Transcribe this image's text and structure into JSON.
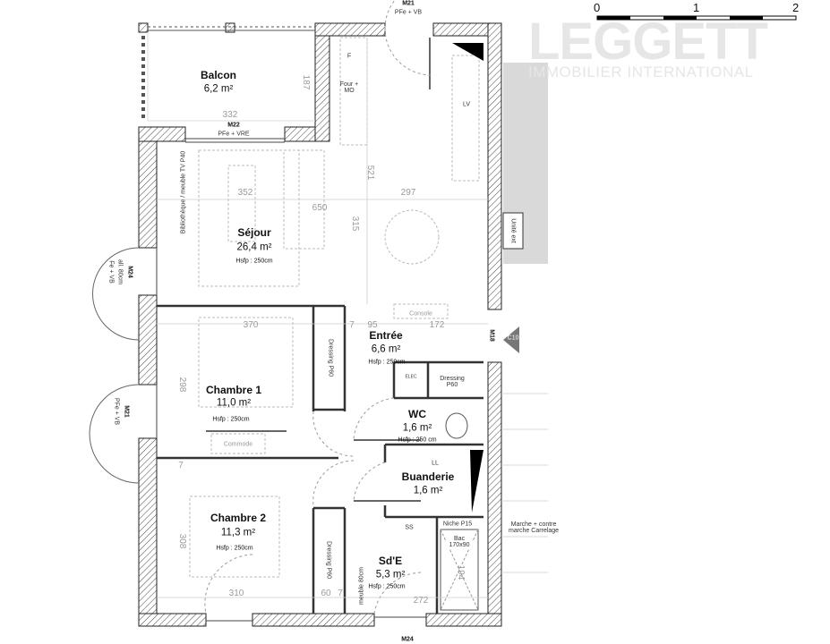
{
  "logo": {
    "name": "LEGGETT",
    "tagline": "IMMOBILIER INTERNATIONAL"
  },
  "scale": {
    "ticks": [
      "0",
      "1",
      "2"
    ]
  },
  "rooms": {
    "balcon": {
      "name": "Balcon",
      "area": "6,2 m²"
    },
    "sejour": {
      "name": "Séjour",
      "area": "26,4 m²",
      "hsfp": "Hsfp : 250cm"
    },
    "entree": {
      "name": "Entrée",
      "area": "6,6 m²",
      "hsfp": "Hsfp : 250cm"
    },
    "chambre1": {
      "name": "Chambre 1",
      "area": "11,0 m²",
      "hsfp": "Hsfp : 250cm"
    },
    "chambre2": {
      "name": "Chambre 2",
      "area": "11,3 m²",
      "hsfp": "Hsfp : 250cm"
    },
    "wc": {
      "name": "WC",
      "area": "1,6 m²",
      "hsfp": "Hsfp : 250 cm"
    },
    "buanderie": {
      "name": "Buanderie",
      "area": "1,6 m²"
    },
    "sde": {
      "name": "Sd'E",
      "area": "5,3 m²",
      "hsfp": "Hsfp : 250cm"
    }
  },
  "openings": {
    "m21_top": {
      "code": "M21",
      "type": "PFe + VB"
    },
    "m22": {
      "code": "M22",
      "type": "PFe + VRE"
    },
    "m24_left": {
      "code": "M24",
      "type": "Fe + VB",
      "extra": "all. 80cm"
    },
    "m21_left": {
      "code": "M21",
      "type": "PFe + VB"
    },
    "m18": {
      "code": "M18"
    },
    "m24_bottom": {
      "code": "M24"
    },
    "c101": "C101"
  },
  "fixtures": {
    "fridge": "F",
    "oven": "Four + MO",
    "dishwasher": "LV",
    "unite_ext": "Unité ext",
    "bookcase": "Bibliothèque / meuble TV P40",
    "console": "Console",
    "dressing1": "Dressing P60",
    "dressing2": "Dressing P60",
    "dressing3": "Dressing P60",
    "elec": "ELEC",
    "commode": "Commode",
    "ll": "LL",
    "ss": "SS",
    "niche": "Niche P15",
    "bac": "Bac 170x90",
    "meuble": "meuble 80cm",
    "stairs": "Marche + contre marche Carrelage"
  },
  "dimensions": [
    "332",
    "187",
    "521",
    "352",
    "650",
    "297",
    "315",
    "370",
    "7",
    "95",
    "172",
    "298",
    "7",
    "308",
    "310",
    "60",
    "7",
    "272",
    "194"
  ]
}
